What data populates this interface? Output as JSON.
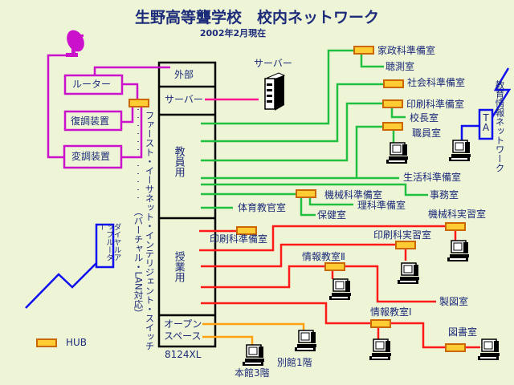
{
  "title": "生野高等聾学校　校内ネットワーク",
  "subtitle": "2002年2月現在",
  "colors": {
    "teacher_line": "#22c040",
    "class_line": "#ff1a1a",
    "open_line": "#ffa010",
    "external_line": "#cc11cc",
    "server_line": "#ff1493",
    "dialup_line": "#1010ee",
    "hub_fill": "#ffcc33",
    "hub_border": "#cc6600",
    "text": "#1c2a7a"
  },
  "switch": {
    "name": "ファースト・イーサネット・インテリジェント・スイッチ",
    "note": "（バーチャル・LAN対応）",
    "model": "8124XL",
    "sections": {
      "external": "外部",
      "server": "サーバー",
      "teacher": "教員用",
      "class": "授業用",
      "open_line1": "オープン",
      "open_line2": "スペース"
    }
  },
  "external": {
    "router": "ルーター",
    "demodulator": "復調装置",
    "modulator": "変調装置",
    "dish_icon": "satellite-dish-icon"
  },
  "server": {
    "label": "サーバー",
    "icon": "server-tower-icon"
  },
  "teacher_rooms": {
    "kasei": "家政科準備室",
    "choukoku": "聴測室",
    "shakai": "社会科準備室",
    "insatsu_prep": "印刷科準備室",
    "kouchou": "校長室",
    "shokuin": "職員室",
    "seikatsu": "生活科準備室",
    "jimu": "事務室",
    "kikai_prep": "機械科準備室",
    "rika": "理科準備室",
    "hoken": "保健室",
    "taiiku": "体育教官室"
  },
  "class_rooms": {
    "insatsu_prep": "印刷科準備室",
    "kikai_lab": "機械科実習室",
    "insatsu_lab": "印刷科実習室",
    "joho2": "情報教室Ⅱ",
    "seizu": "製図室",
    "joho1": "情報教室Ⅰ",
    "tosho": "図書室"
  },
  "open_space": {
    "honkan": "本館3階",
    "bekkan": "別館1階"
  },
  "education_network": {
    "label": "教育情報ネットワーク",
    "ta": "TA"
  },
  "dialup": {
    "label": "ダイヤルアップルーター"
  },
  "legend": {
    "hub": "HUB"
  }
}
